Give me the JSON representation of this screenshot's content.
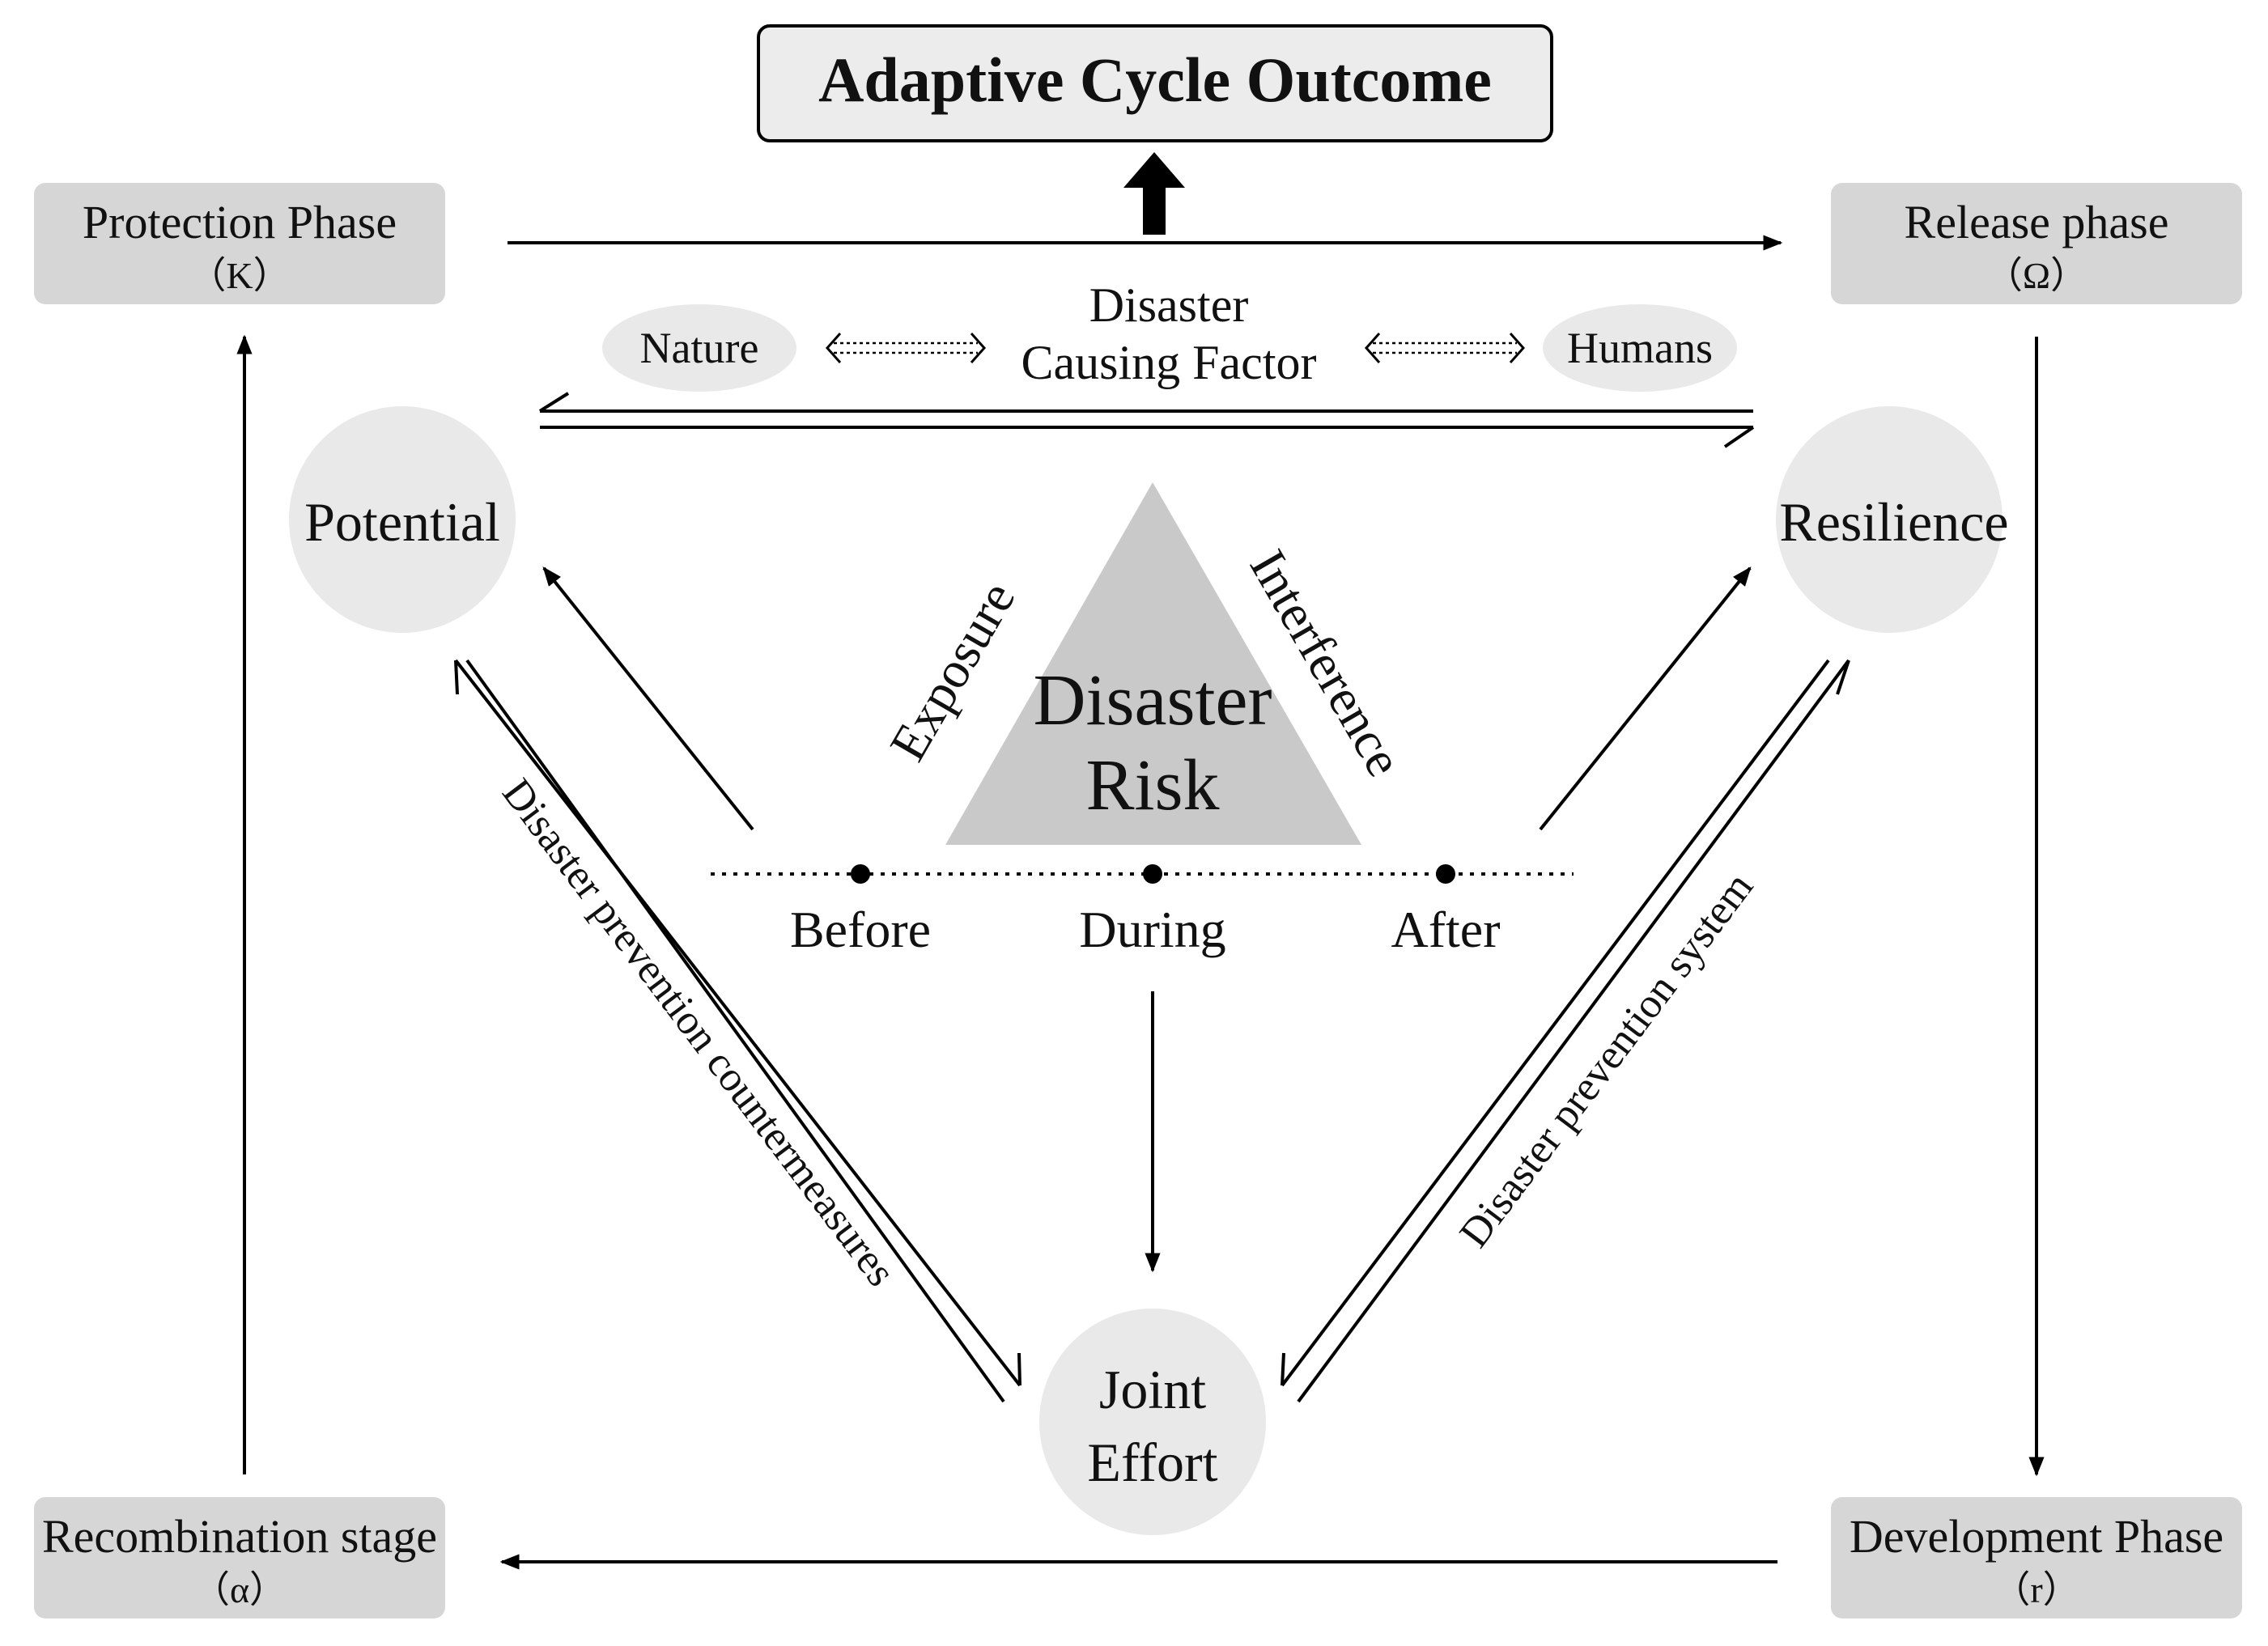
{
  "title": "Adaptive Cycle Outcome",
  "phases": {
    "protection": {
      "name": "Protection Phase",
      "symbol": "（K）"
    },
    "release": {
      "name": "Release phase",
      "symbol": "（Ω）"
    },
    "recombination": {
      "name": "Recombination stage",
      "symbol": "（α）"
    },
    "development": {
      "name": "Development Phase",
      "symbol": "（r）"
    }
  },
  "factor": {
    "line1": "Disaster",
    "line2": "Causing Factor",
    "left": "Nature",
    "right": "Humans"
  },
  "nodes": {
    "potential": "Potential",
    "resilience": "Resilience",
    "joint_line1": "Joint",
    "joint_line2": "Effort"
  },
  "risk": {
    "line1": "Disaster",
    "line2": "Risk",
    "left_side": "Exposure",
    "right_side": "Interference"
  },
  "timeline": [
    "Before",
    "During",
    "After"
  ],
  "links": {
    "left": "Disaster prevention countermeasures",
    "right": "Disaster prevention system"
  },
  "colors": {
    "box_fill": "#d6d6d6",
    "title_fill": "#ececec",
    "circle_fill": "#e9e9e9",
    "triangle_fill": "#c9c9c9",
    "stroke": "#000000"
  }
}
